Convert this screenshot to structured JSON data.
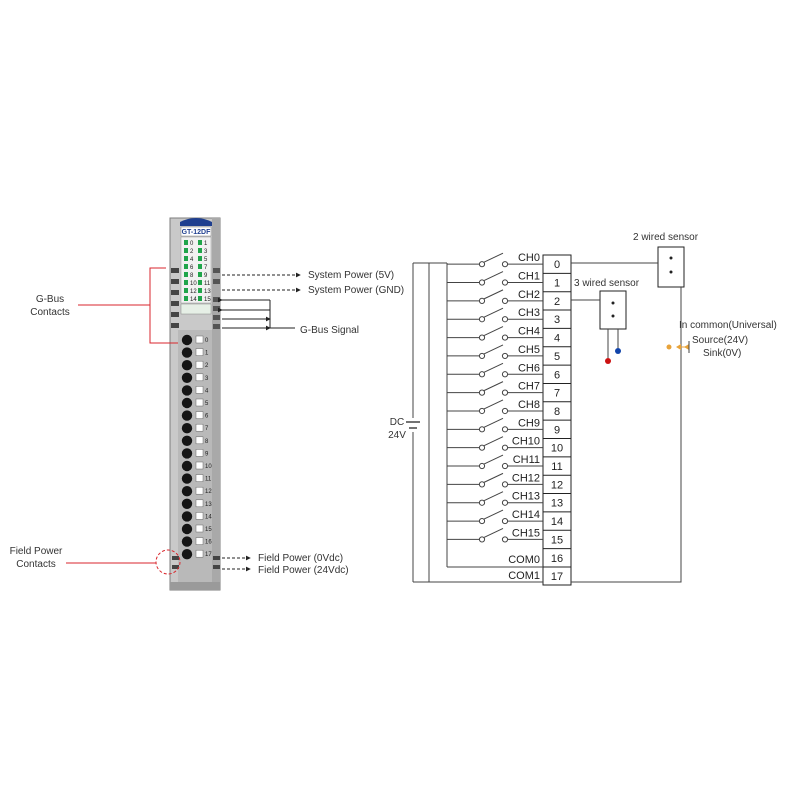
{
  "module": {
    "model": "GT-12DF",
    "led_numbers": [
      "0",
      "1",
      "2",
      "3",
      "4",
      "5",
      "6",
      "7",
      "8",
      "9",
      "10",
      "11",
      "12",
      "13",
      "14",
      "15"
    ],
    "terminal_numbers": [
      "0",
      "1",
      "2",
      "3",
      "4",
      "5",
      "6",
      "7",
      "8",
      "9",
      "10",
      "11",
      "12",
      "13",
      "14",
      "15",
      "16",
      "17"
    ]
  },
  "annotations": {
    "gbus_contacts": [
      "G-Bus",
      "Contacts"
    ],
    "field_power_contacts": [
      "Field Power",
      "Contacts"
    ],
    "system_power_5v": "System Power (5V)",
    "system_power_gnd": "System Power (GND)",
    "gbus_signal": "G-Bus Signal",
    "field_power_0v": "Field Power (0Vdc)",
    "field_power_24v": "Field Power (24Vdc)"
  },
  "wiring": {
    "channels": [
      "CH0",
      "CH1",
      "CH2",
      "CH3",
      "CH4",
      "CH5",
      "CH6",
      "CH7",
      "CH8",
      "CH9",
      "CH10",
      "CH11",
      "CH12",
      "CH13",
      "CH14",
      "CH15"
    ],
    "commons": [
      "COM0",
      "COM1"
    ],
    "terminals": [
      "0",
      "1",
      "2",
      "3",
      "4",
      "5",
      "6",
      "7",
      "8",
      "9",
      "10",
      "11",
      "12",
      "13",
      "14",
      "15",
      "16",
      "17"
    ],
    "dc_label": [
      "DC",
      "24V"
    ],
    "sensor_2wire": "2 wired sensor",
    "sensor_3wire": "3 wired sensor",
    "common_title": "In common(Universal)",
    "source_label": "Source(24V)",
    "sink_label": "Sink(0V)"
  },
  "colors": {
    "accent_red": "#d9262c",
    "led_green": "#1fa54a",
    "module_blue": "#1f3f8f",
    "source_dot": "#e8a33a",
    "wire_red": "#cc1111",
    "wire_blue": "#1144aa"
  }
}
